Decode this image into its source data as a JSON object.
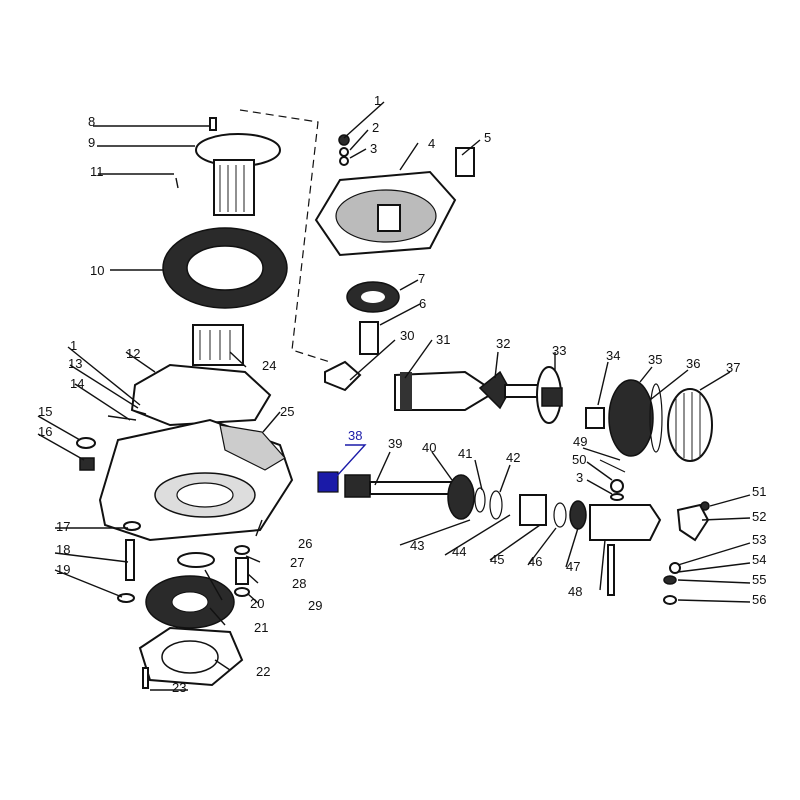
{
  "callouts": [
    {
      "id": "1a",
      "text": "1"
    },
    {
      "id": "2",
      "text": "2"
    },
    {
      "id": "3a",
      "text": "3"
    },
    {
      "id": "4",
      "text": "4"
    },
    {
      "id": "5",
      "text": "5"
    },
    {
      "id": "6",
      "text": "6"
    },
    {
      "id": "7",
      "text": "7"
    },
    {
      "id": "8",
      "text": "8"
    },
    {
      "id": "9",
      "text": "9"
    },
    {
      "id": "10",
      "text": "10"
    },
    {
      "id": "11",
      "text": "11"
    },
    {
      "id": "1b",
      "text": "1"
    },
    {
      "id": "12",
      "text": "12"
    },
    {
      "id": "13",
      "text": "13"
    },
    {
      "id": "14",
      "text": "14"
    },
    {
      "id": "15",
      "text": "15"
    },
    {
      "id": "16",
      "text": "16"
    },
    {
      "id": "17",
      "text": "17"
    },
    {
      "id": "18",
      "text": "18"
    },
    {
      "id": "19",
      "text": "19"
    },
    {
      "id": "20",
      "text": "20"
    },
    {
      "id": "21",
      "text": "21"
    },
    {
      "id": "22",
      "text": "22"
    },
    {
      "id": "23",
      "text": "23"
    },
    {
      "id": "24",
      "text": "24"
    },
    {
      "id": "25",
      "text": "25"
    },
    {
      "id": "26",
      "text": "26"
    },
    {
      "id": "27",
      "text": "27"
    },
    {
      "id": "28",
      "text": "28"
    },
    {
      "id": "29",
      "text": "29"
    },
    {
      "id": "30",
      "text": "30"
    },
    {
      "id": "31",
      "text": "31"
    },
    {
      "id": "32",
      "text": "32"
    },
    {
      "id": "33",
      "text": "33"
    },
    {
      "id": "34",
      "text": "34"
    },
    {
      "id": "35",
      "text": "35"
    },
    {
      "id": "36",
      "text": "36"
    },
    {
      "id": "37",
      "text": "37"
    },
    {
      "id": "38",
      "text": "38",
      "highlight": true
    },
    {
      "id": "39",
      "text": "39"
    },
    {
      "id": "40",
      "text": "40"
    },
    {
      "id": "41",
      "text": "41"
    },
    {
      "id": "42",
      "text": "42"
    },
    {
      "id": "43",
      "text": "43"
    },
    {
      "id": "44",
      "text": "44"
    },
    {
      "id": "45",
      "text": "45"
    },
    {
      "id": "46",
      "text": "46"
    },
    {
      "id": "47",
      "text": "47"
    },
    {
      "id": "48",
      "text": "48"
    },
    {
      "id": "49",
      "text": "49"
    },
    {
      "id": "50",
      "text": "50"
    },
    {
      "id": "3b",
      "text": "3"
    },
    {
      "id": "51",
      "text": "51"
    },
    {
      "id": "52",
      "text": "52"
    },
    {
      "id": "53",
      "text": "53"
    },
    {
      "id": "54",
      "text": "54"
    },
    {
      "id": "55",
      "text": "55"
    },
    {
      "id": "56",
      "text": "56"
    }
  ],
  "colors": {
    "line": "#111111",
    "highlight": "#1a1aa8",
    "background": "#ffffff"
  }
}
